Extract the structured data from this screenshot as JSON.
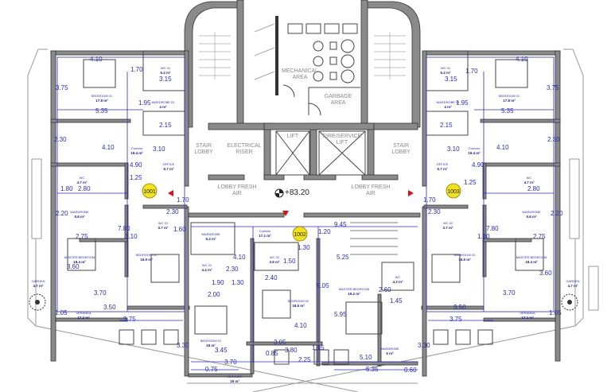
{
  "level": "+83.20",
  "core": {
    "mechanical": "MECHANICAL AREA",
    "garbage": "GARBAGE AREA",
    "stair_lobby_left": "STAIR LOBBY",
    "stair_lobby_right": "STAIR LOBBY",
    "electrical_riser": "ELECTRICAL RISER",
    "lift": "LIFT",
    "fire_service_lift": "FIRE/SERVICE LIFT",
    "lobby_fresh_air_left": "LOBBY FRESH AIR",
    "lobby_fresh_air_right": "LOBBY FRESH AIR"
  },
  "units": [
    "1001",
    "1002",
    "1003"
  ],
  "rooms": [
    {
      "name": "BEDROOM 01",
      "area": "17.8 m²"
    },
    {
      "name": "WC 01",
      "area": "5.4 m²"
    },
    {
      "name": "WARDROBE 01",
      "area": "4 m²"
    },
    {
      "name": "Corridor",
      "area": "19.4 m²"
    },
    {
      "name": "OFFICE",
      "area": "6.7 m²"
    },
    {
      "name": "WC",
      "area": "4.7 m²"
    },
    {
      "name": "WARDROBE",
      "area": "5.8 m²"
    },
    {
      "name": "MASTER BEDROOM",
      "area": "18.4 m²"
    },
    {
      "name": "WC 02",
      "area": "3.7 m²"
    },
    {
      "name": "BEDROOM 02",
      "area": "16.9 m²"
    },
    {
      "name": "GARDEN",
      "area": "4.7 m²"
    },
    {
      "name": "VERANDA",
      "area": "17.2 m²"
    },
    {
      "name": "BEDROOM 01",
      "area": "17.8 m²"
    },
    {
      "name": "WC 01",
      "area": "5.4 m²"
    },
    {
      "name": "WARDROBE 01",
      "area": "4 m²"
    },
    {
      "name": "Corridor",
      "area": "19.4 m²"
    },
    {
      "name": "OFFICE",
      "area": "6.7 m²"
    },
    {
      "name": "WC",
      "area": "4.7 m²"
    },
    {
      "name": "WARDROBE",
      "area": "5.8 m²"
    },
    {
      "name": "MASTER BEDROOM",
      "area": "18.4 m²"
    },
    {
      "name": "WC 02",
      "area": "3.7 m²"
    },
    {
      "name": "BEDROOM 02",
      "area": "16.9 m²"
    },
    {
      "name": "GARDEN",
      "area": "4.7 m²"
    },
    {
      "name": "VERANDA",
      "area": "17.2 m²"
    },
    {
      "name": "Corridor",
      "area": "17.1 m²"
    },
    {
      "name": "WARDROBE",
      "area": "5.3 m²"
    },
    {
      "name": "WC 01",
      "area": "4.4 m²"
    },
    {
      "name": "WC 02",
      "area": "3.9 m²"
    },
    {
      "name": "BEDROOM 02",
      "area": "18.5 m²"
    },
    {
      "name": "BEDROOM 01",
      "area": "18 m²"
    },
    {
      "name": "MASTER BEDROOM",
      "area": "19.2 m²"
    },
    {
      "name": "WC",
      "area": "4.3 m²"
    },
    {
      "name": "WARDROBE",
      "area": "5 m²"
    },
    {
      "name": "VERANDA",
      "area": "19 m²"
    }
  ],
  "dimensions": [
    "4.10",
    "1.70",
    "3.15",
    "3.75",
    "1.95",
    "5.35",
    "2.15",
    "2.30",
    "4.10",
    "3.10",
    "4.90",
    "1.25",
    "1.80",
    "2.80",
    "1.70",
    "2.20",
    "2.75",
    "7.80",
    "1.10",
    "3.60",
    "3.70",
    "1.05",
    "3.50",
    "3.75",
    "3.30",
    "2.30",
    "1.60",
    "4.10",
    "1.70",
    "3.15",
    "3.75",
    "1.95",
    "5.35",
    "2.15",
    "2.30",
    "4.10",
    "3.10",
    "4.90",
    "1.25",
    "2.80",
    "1.70",
    "2.20",
    "2.75",
    "7.80",
    "1.10",
    "3.60",
    "3.70",
    "1.05",
    "3.50",
    "3.75",
    "3.30",
    "2.30",
    "9.45",
    "1.20",
    "4.10",
    "2.30",
    "1.90",
    "1.30",
    "2.00",
    "3.45",
    "0.75",
    "3.70",
    "2.40",
    "1.50",
    "1.30",
    "3.05",
    "4.10",
    "5.05",
    "0.85",
    "3.80",
    "2.25",
    "1.15",
    "5.95",
    "5.25",
    "2.60",
    "1.45",
    "5.10",
    "5.35",
    "0.60"
  ]
}
